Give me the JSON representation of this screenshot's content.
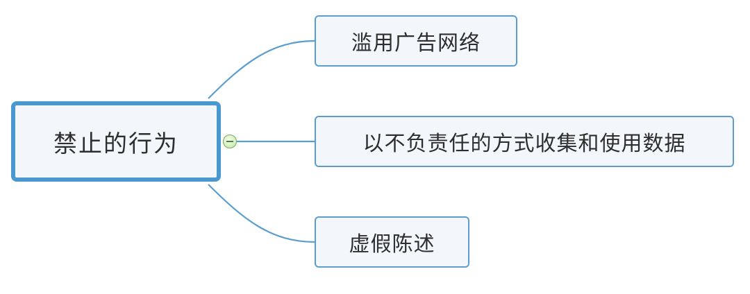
{
  "mindmap": {
    "root": {
      "label": "禁止的行为"
    },
    "children": [
      {
        "label": "滥用广告网络"
      },
      {
        "label": "以不负责任的方式收集和使用数据"
      },
      {
        "label": "虚假陈述"
      }
    ],
    "collapse_toggle": {
      "icon": "minus-circle-icon",
      "state": "expanded"
    },
    "colors": {
      "connector": "#5a9ecf",
      "node_border": "#5a9ecf",
      "node_fill": "#f3f7fc",
      "root_border": "#4a98d0",
      "toggle_fill": "#d3ecb9",
      "toggle_border": "#6fae5a",
      "text": "#2e2e2e"
    }
  }
}
